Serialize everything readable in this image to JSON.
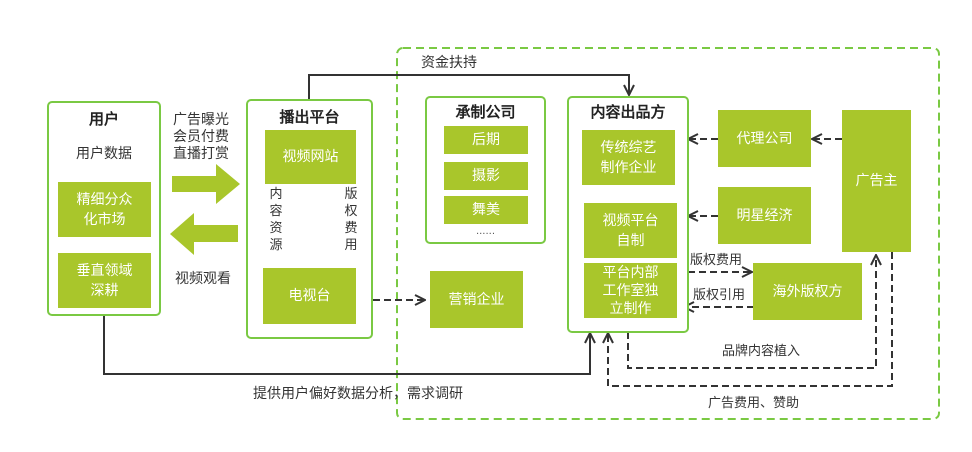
{
  "colors": {
    "box_fill": "#a9c62b",
    "panel_border": "#7ac943",
    "dashed_region": "#7ac943",
    "line": "#333333"
  },
  "user_panel": {
    "title": "用户",
    "subtitle": "用户数据",
    "boxes": [
      "精细分众\n化市场",
      "垂直领域\n深耕"
    ]
  },
  "user_platform_flows": {
    "to_platform_label": "广告曝光\n会员付费\n直播打赏",
    "to_user_label": "视频观看"
  },
  "platform_panel": {
    "title": "播出平台",
    "boxes": [
      "视频网站",
      "电视台"
    ],
    "down_label": "内容资源",
    "up_label": "版权费用"
  },
  "marketing_box": "营销企业",
  "funding_label": "资金扶持",
  "production_panel": {
    "title": "承制公司",
    "items": [
      "后期",
      "摄影",
      "舞美"
    ],
    "more": "......"
  },
  "content_panel": {
    "title": "内容出品方",
    "boxes": [
      "传统综艺\n制作企业",
      "视频平台\n自制",
      "平台内部\n工作室独\n立制作"
    ]
  },
  "right_boxes": {
    "agency": "代理公司",
    "celebrity": "明星经济",
    "overseas": "海外版权方",
    "advertiser": "广告主"
  },
  "flow_labels": {
    "copyright_fee": "版权费用",
    "copyright_ref": "版权引用",
    "brand_placement": "品牌内容植入",
    "ad_fee": "广告费用、赞助",
    "user_data": "提供用户偏好数据分析，需求调研"
  }
}
